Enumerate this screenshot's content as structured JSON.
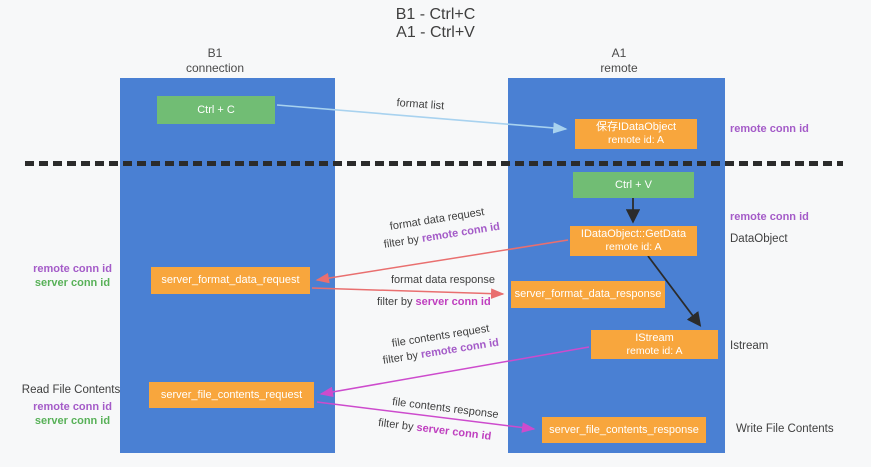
{
  "title": {
    "line1": "B1 - Ctrl+C",
    "line2": "A1 - Ctrl+V"
  },
  "lifelines": {
    "b1": {
      "name": "B1",
      "role": "connection"
    },
    "a1": {
      "name": "A1",
      "role": "remote"
    }
  },
  "nodes": {
    "ctrl_c": {
      "label": "Ctrl + C"
    },
    "ctrl_v": {
      "label": "Ctrl + V"
    },
    "save_dataobject": {
      "line1": "保存IDataObject",
      "line2": "remote id: A"
    },
    "getdata": {
      "line1": "IDataObject::GetData",
      "line2": "remote id: A"
    },
    "istream": {
      "line1": "IStream",
      "line2": "remote id: A"
    },
    "server_format_data_request": {
      "label": "server_format_data_request"
    },
    "server_format_data_response": {
      "label": "server_format_data_response"
    },
    "server_file_contents_request": {
      "label": "server_file_contents_request"
    },
    "server_file_contents_response": {
      "label": "server_file_contents_response"
    }
  },
  "flow_labels": {
    "format_list": "format list",
    "format_data_request": "format data request",
    "format_data_response": "format data response",
    "file_contents_request": "file contents request",
    "file_contents_response": "file contents response",
    "filter_by": "filter by ",
    "remote_conn_id": "remote conn id",
    "server_conn_id": "server conn id"
  },
  "side_labels": {
    "right_remote_conn_id_top": "remote conn id",
    "right_remote_conn_id_mid": "remote conn id",
    "dataobject": "DataObject",
    "istream": "Istream",
    "write_file_contents": "Write File Contents",
    "left_remote_conn_id_top": "remote conn id",
    "left_server_conn_id_top": "server conn id",
    "read_file_contents": "Read File Contents",
    "left_remote_conn_id_bottom": "remote conn id",
    "left_server_conn_id_bottom": "server conn id"
  },
  "colors": {
    "bg": "#f7f8f9",
    "column_blue": "#4a80d3",
    "box_green": "#71bd74",
    "box_orange": "#f8a63d",
    "arrow_lightblue": "#a8d2ef",
    "arrow_red": "#e96f6f",
    "arrow_magenta": "#cd4bcd",
    "arrow_black": "#2b2b2b",
    "text_purple": "#a45bc8",
    "text_magenta": "#bf3fbf",
    "text_green": "#58b158",
    "text_dark": "#3f3f3f"
  }
}
